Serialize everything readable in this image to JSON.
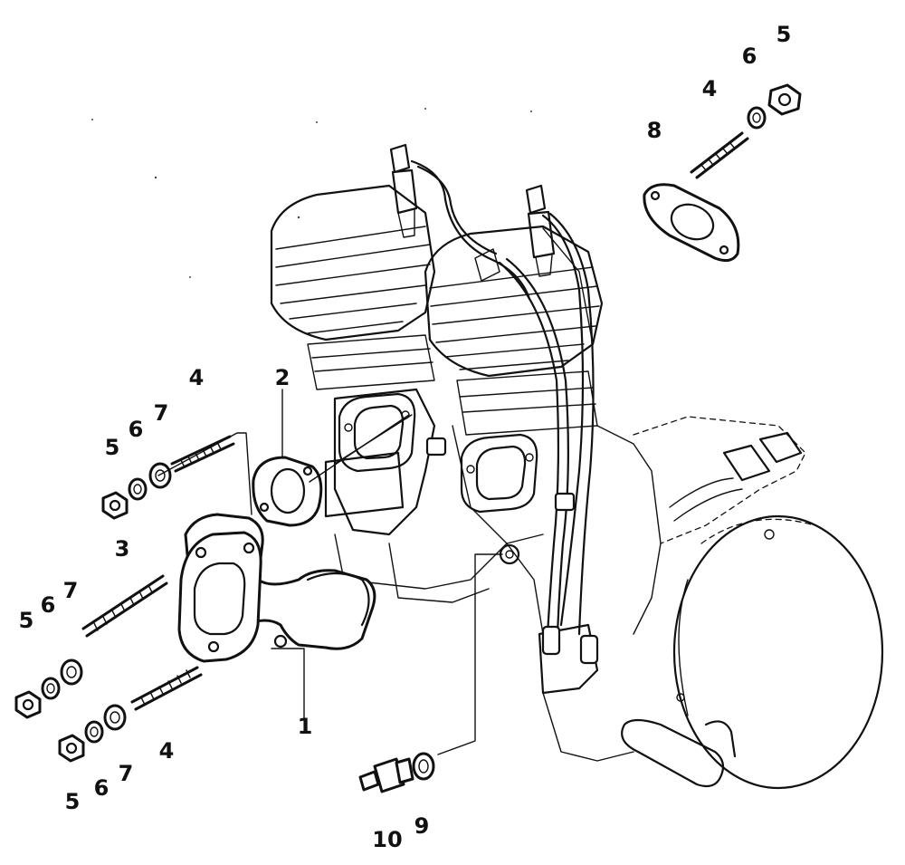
{
  "diagram": {
    "callouts": [
      {
        "id": "c1",
        "text": "1"
      },
      {
        "id": "c2",
        "text": "2"
      },
      {
        "id": "c3",
        "text": "3"
      },
      {
        "id": "c4a",
        "text": "4"
      },
      {
        "id": "c4b",
        "text": "4"
      },
      {
        "id": "c4c",
        "text": "4"
      },
      {
        "id": "c5a",
        "text": "5"
      },
      {
        "id": "c5b",
        "text": "5"
      },
      {
        "id": "c5c",
        "text": "5"
      },
      {
        "id": "c5d",
        "text": "5"
      },
      {
        "id": "c6a",
        "text": "6"
      },
      {
        "id": "c6b",
        "text": "6"
      },
      {
        "id": "c6c",
        "text": "6"
      },
      {
        "id": "c6d",
        "text": "6"
      },
      {
        "id": "c7a",
        "text": "7"
      },
      {
        "id": "c7b",
        "text": "7"
      },
      {
        "id": "c7c",
        "text": "7"
      },
      {
        "id": "c8",
        "text": "8"
      },
      {
        "id": "c9",
        "text": "9"
      },
      {
        "id": "c10",
        "text": "10"
      }
    ]
  }
}
